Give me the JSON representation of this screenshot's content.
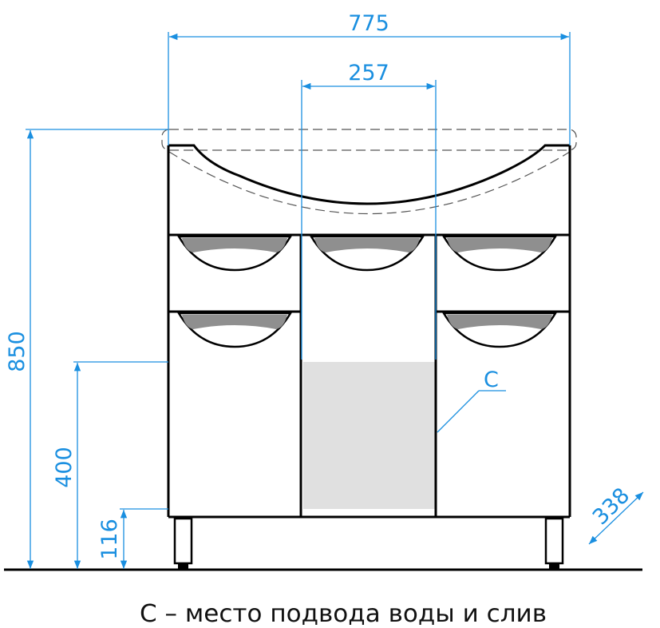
{
  "dimensions": {
    "width": "775",
    "drain_width": "257",
    "height": "850",
    "supply_height": "400",
    "leg_height": "116",
    "depth": "338"
  },
  "marker": "C",
  "caption": "С – место подвода воды и слив",
  "colors": {
    "dimension": "#1a8fe0",
    "outline": "#000000",
    "niche": "#e0e0e0"
  }
}
